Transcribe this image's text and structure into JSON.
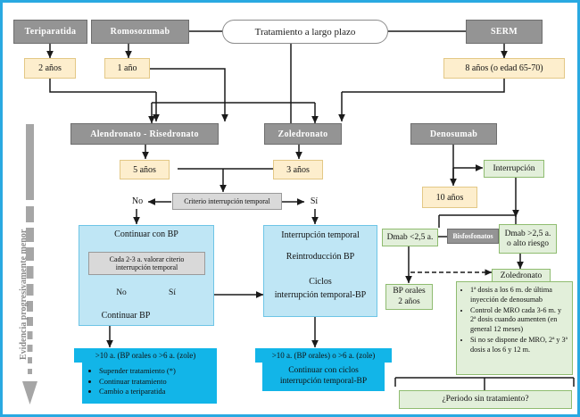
{
  "diagram": {
    "title": "Tratamiento a largo plazo",
    "side_label": "Evidencia progresivamente menor",
    "colors": {
      "frame": "#29a9e1",
      "drug_box": "#949494",
      "duration_box": "#fdeecd",
      "light_blue": "#bfe6f5",
      "bright_blue": "#12b5e8",
      "green": "#e2efda",
      "gray_label": "#d9d9d9"
    },
    "drugs": {
      "teriparatida": "Teriparatida",
      "romosozumab": "Romosozumab",
      "serm": "SERM",
      "alendronato": "Alendronato - Risedronato",
      "zoledronato": "Zoledronato",
      "denosumab": "Denosumab"
    },
    "durations": {
      "teriparatida": "2 años",
      "romosozumab": "1 año",
      "serm": "8 años (o edad 65-70)",
      "alendronato": "5 años",
      "zoledronato": "3 años",
      "denosumab": "10 años"
    },
    "criterio": "Criterio interrupción temporal",
    "decisions": {
      "no": "No",
      "si": "Sí"
    },
    "left_branch": {
      "header": "Continuar con BP",
      "inner_box_line1": "Cada 2-3 a. valorar citerio",
      "inner_box_line2": "interrupción temporal",
      "no": "No",
      "si": "Sí",
      "footer": "Continuar BP"
    },
    "right_branch": {
      "line1": "Interrupción temporal",
      "line2": "Reintroducción BP",
      "line3": "Ciclos",
      "line4": "interrupción temporal-BP"
    },
    "outcome_left": {
      "header": ">10 a. (BP orales o >6 a. (zole)",
      "bullets": [
        "Supender tratamiento (*)",
        "Continuar tratamiento",
        "Cambio a teriparatida"
      ]
    },
    "outcome_right": {
      "header": ">10 a. (BP orales) o >6 a. (zole)",
      "line1": "Continuar con ciclos",
      "line2": "interrupción temporal-BP"
    },
    "denosumab_branch": {
      "interrupcion": "Interrupción",
      "bisfosfonatos": "Bisfosfonatos",
      "dmab_low": "Dmab <2,5 a.",
      "dmab_high_l1": "Dmab >2,5 a.",
      "dmab_high_l2": "o alto riesgo",
      "bp_orales_l1": "BP orales",
      "bp_orales_l2": "2 años",
      "zoledronato": "Zoledronato",
      "notes": [
        "1ª dosis a los 6 m. de última inyección de denosumab",
        "Control de MRO cada 3-6 m. y 2ª dosis cuando aumenten (en general 12 meses)",
        "Si no se dispone de MRO, 2ª y 3ª dosis a los 6 y 12 m."
      ],
      "periodo": "¿Periodo sin tratamiento?"
    }
  }
}
